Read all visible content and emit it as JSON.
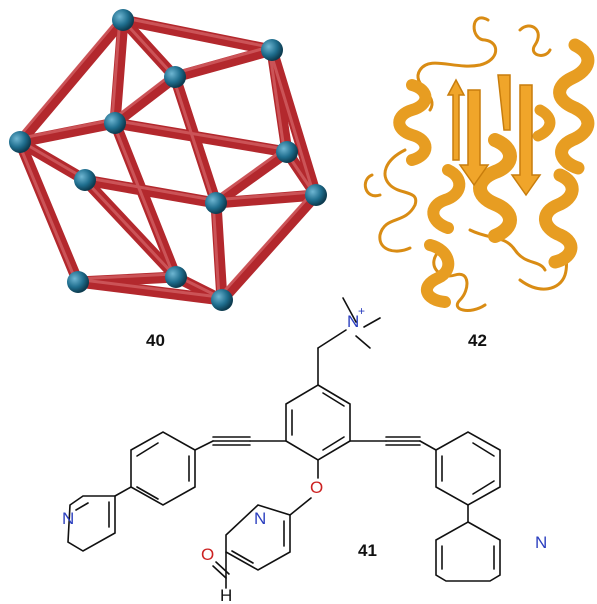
{
  "labels": {
    "cage": "40",
    "protein": "42",
    "ligand": "41"
  },
  "atoms": {
    "ammonium_n": "N",
    "ammonium_charge": "+",
    "ether_o": "O",
    "pyridine_left_n": "N",
    "pyridine_right_n": "N",
    "pyridine_center_n": "N",
    "aldehyde_o": "O",
    "aldehyde_h": "H"
  },
  "colors": {
    "cage_strut": "#b3282d",
    "cage_node": "#1f6e8e",
    "protein": "#e79d22",
    "bond": "#111111",
    "nitrogen": "#2b3fbf",
    "oxygen": "#cc2222"
  }
}
